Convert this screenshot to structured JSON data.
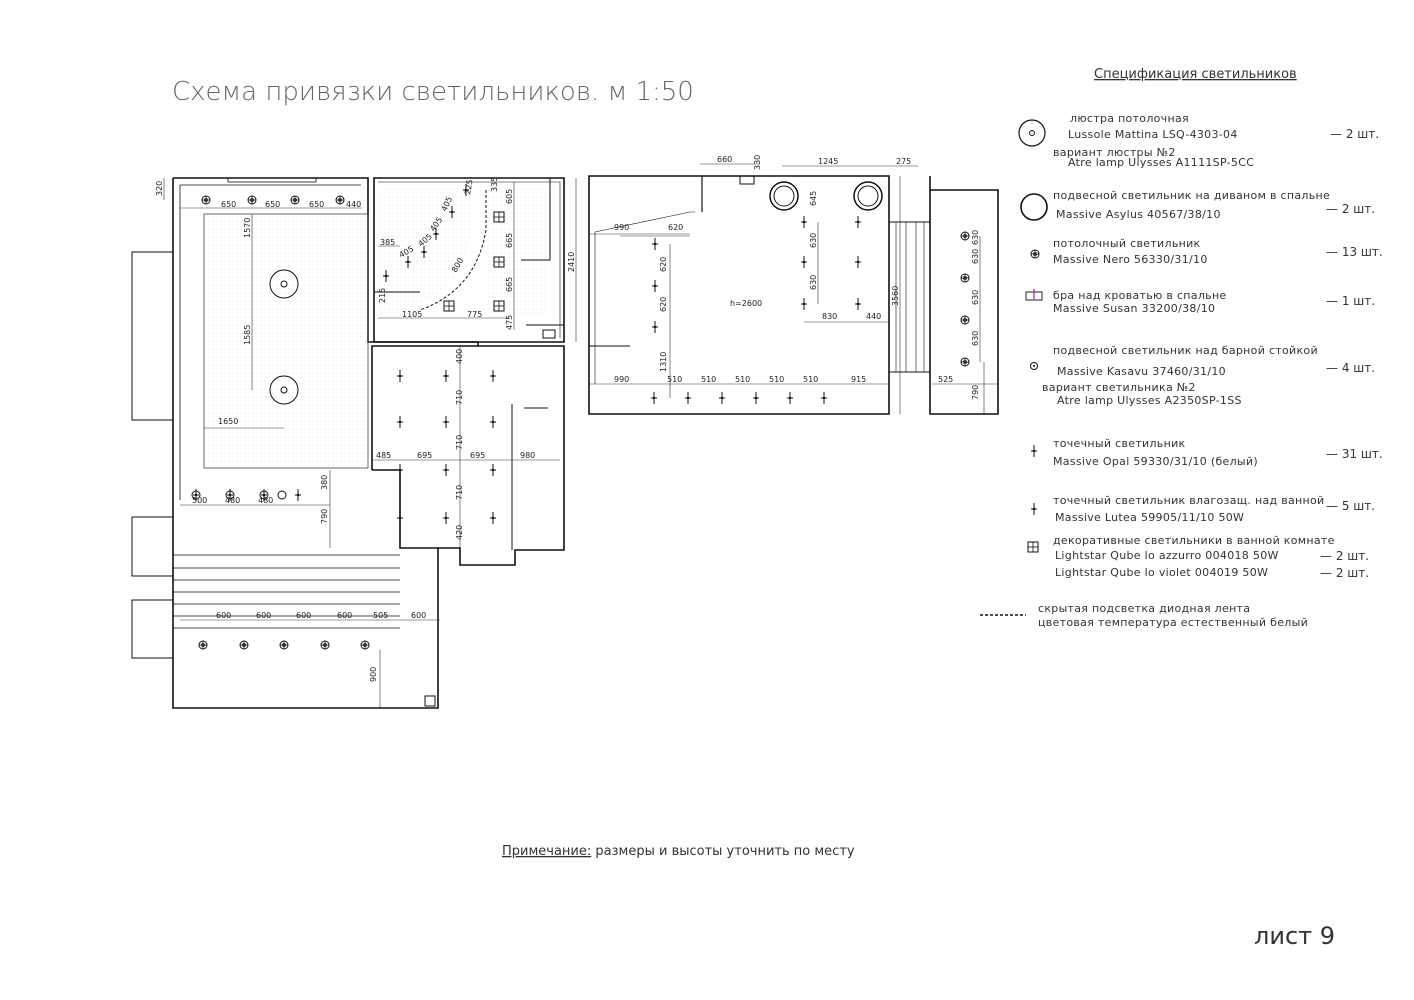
{
  "title": "Схема привязки светильников. м 1:50",
  "spec_title": "Спецификация светильников",
  "note_label": "Примечание:",
  "note_text": " размеры и высоты уточнить по месту",
  "sheet": "лист 9",
  "ceiling_height": "h=2600",
  "legend": [
    {
      "lines": [
        "люстра потолочная",
        "Lussole Mattina LSQ-4303-04",
        "вариант люстры №2",
        "Atre lamp Ulysses A1111SP-5CC"
      ],
      "qty": "— 2 шт."
    },
    {
      "lines": [
        "подвесной светильник на диваном в спальне",
        "Massive Asylus 40567/38/10"
      ],
      "qty": "— 2 шт."
    },
    {
      "lines": [
        "потолочный светильник",
        "Massive Nero 56330/31/10"
      ],
      "qty": "— 13 шт."
    },
    {
      "lines": [
        "бра над кроватью в спальне",
        "Massive Susan 33200/38/10"
      ],
      "qty": "— 1 шт."
    },
    {
      "lines": [
        "подвесной светильник над барной стойкой",
        "Massive Kasavu 37460/31/10",
        "вариант светильника №2",
        "Atre lamp Ulysses A2350SP-1SS"
      ],
      "qty": "— 4 шт."
    },
    {
      "lines": [
        "точечный светильник",
        "Massive Opal 59330/31/10 (белый)"
      ],
      "qty": "— 31 шт."
    },
    {
      "lines": [
        "точечный светильник влагозащ. над ванной",
        "Massive Lutea 59905/11/10 50W"
      ],
      "qty": "— 5 шт."
    },
    {
      "lines": [
        "декоративные светильники в ванной комнате",
        "Lightstar Qube lo azzurro 004018 50W",
        "Lightstar Qube lo violet 004019 50W"
      ],
      "qty": "— 2 шт.",
      "qty2": "— 2 шт."
    },
    {
      "lines": [
        "скрытая подсветка диодная лента",
        "цветовая температура естественный белый"
      ],
      "qty": ""
    }
  ],
  "dimensions": {
    "d320": "320",
    "d650a": "650",
    "d650b": "650",
    "d650c": "650",
    "d440a": "440",
    "d1570": "1570",
    "d1585": "1585",
    "d1650": "1650",
    "d500": "500",
    "d480a": "480",
    "d480b": "480",
    "d380": "380",
    "d790a": "790",
    "d600a": "600",
    "d600b": "600",
    "d600c": "600",
    "d600d": "600",
    "d505": "505",
    "d600e": "600",
    "d900": "900",
    "d385": "385",
    "d405a": "405",
    "d405b": "405",
    "d405c": "405",
    "d405d": "405",
    "d800": "800",
    "d225": "225",
    "d335": "335",
    "d605": "605",
    "d665a": "665",
    "d665b": "665",
    "d475": "475",
    "d2410": "2410",
    "d215": "215",
    "d1105": "1105",
    "d775": "775",
    "d400": "400",
    "d710a": "710",
    "d710b": "710",
    "d710c": "710",
    "d420": "420",
    "d485": "485",
    "d695a": "695",
    "d695b": "695",
    "d980": "980",
    "d660": "660",
    "d330": "330",
    "d1245": "1245",
    "d275": "275",
    "d645": "645",
    "d990a": "990",
    "d620a": "620",
    "d620b": "620",
    "d620c": "620",
    "d630a": "630",
    "d630b": "630",
    "d830": "830",
    "d440b": "440",
    "d3560": "3560",
    "d1310": "1310",
    "d990b": "990",
    "d510a": "510",
    "d510b": "510",
    "d510c": "510",
    "d510d": "510",
    "d510e": "510",
    "d915": "915",
    "d525": "525",
    "d790b": "790",
    "d630c": "630",
    "d630d": "630",
    "d630e": "630",
    "d630f": "630"
  }
}
